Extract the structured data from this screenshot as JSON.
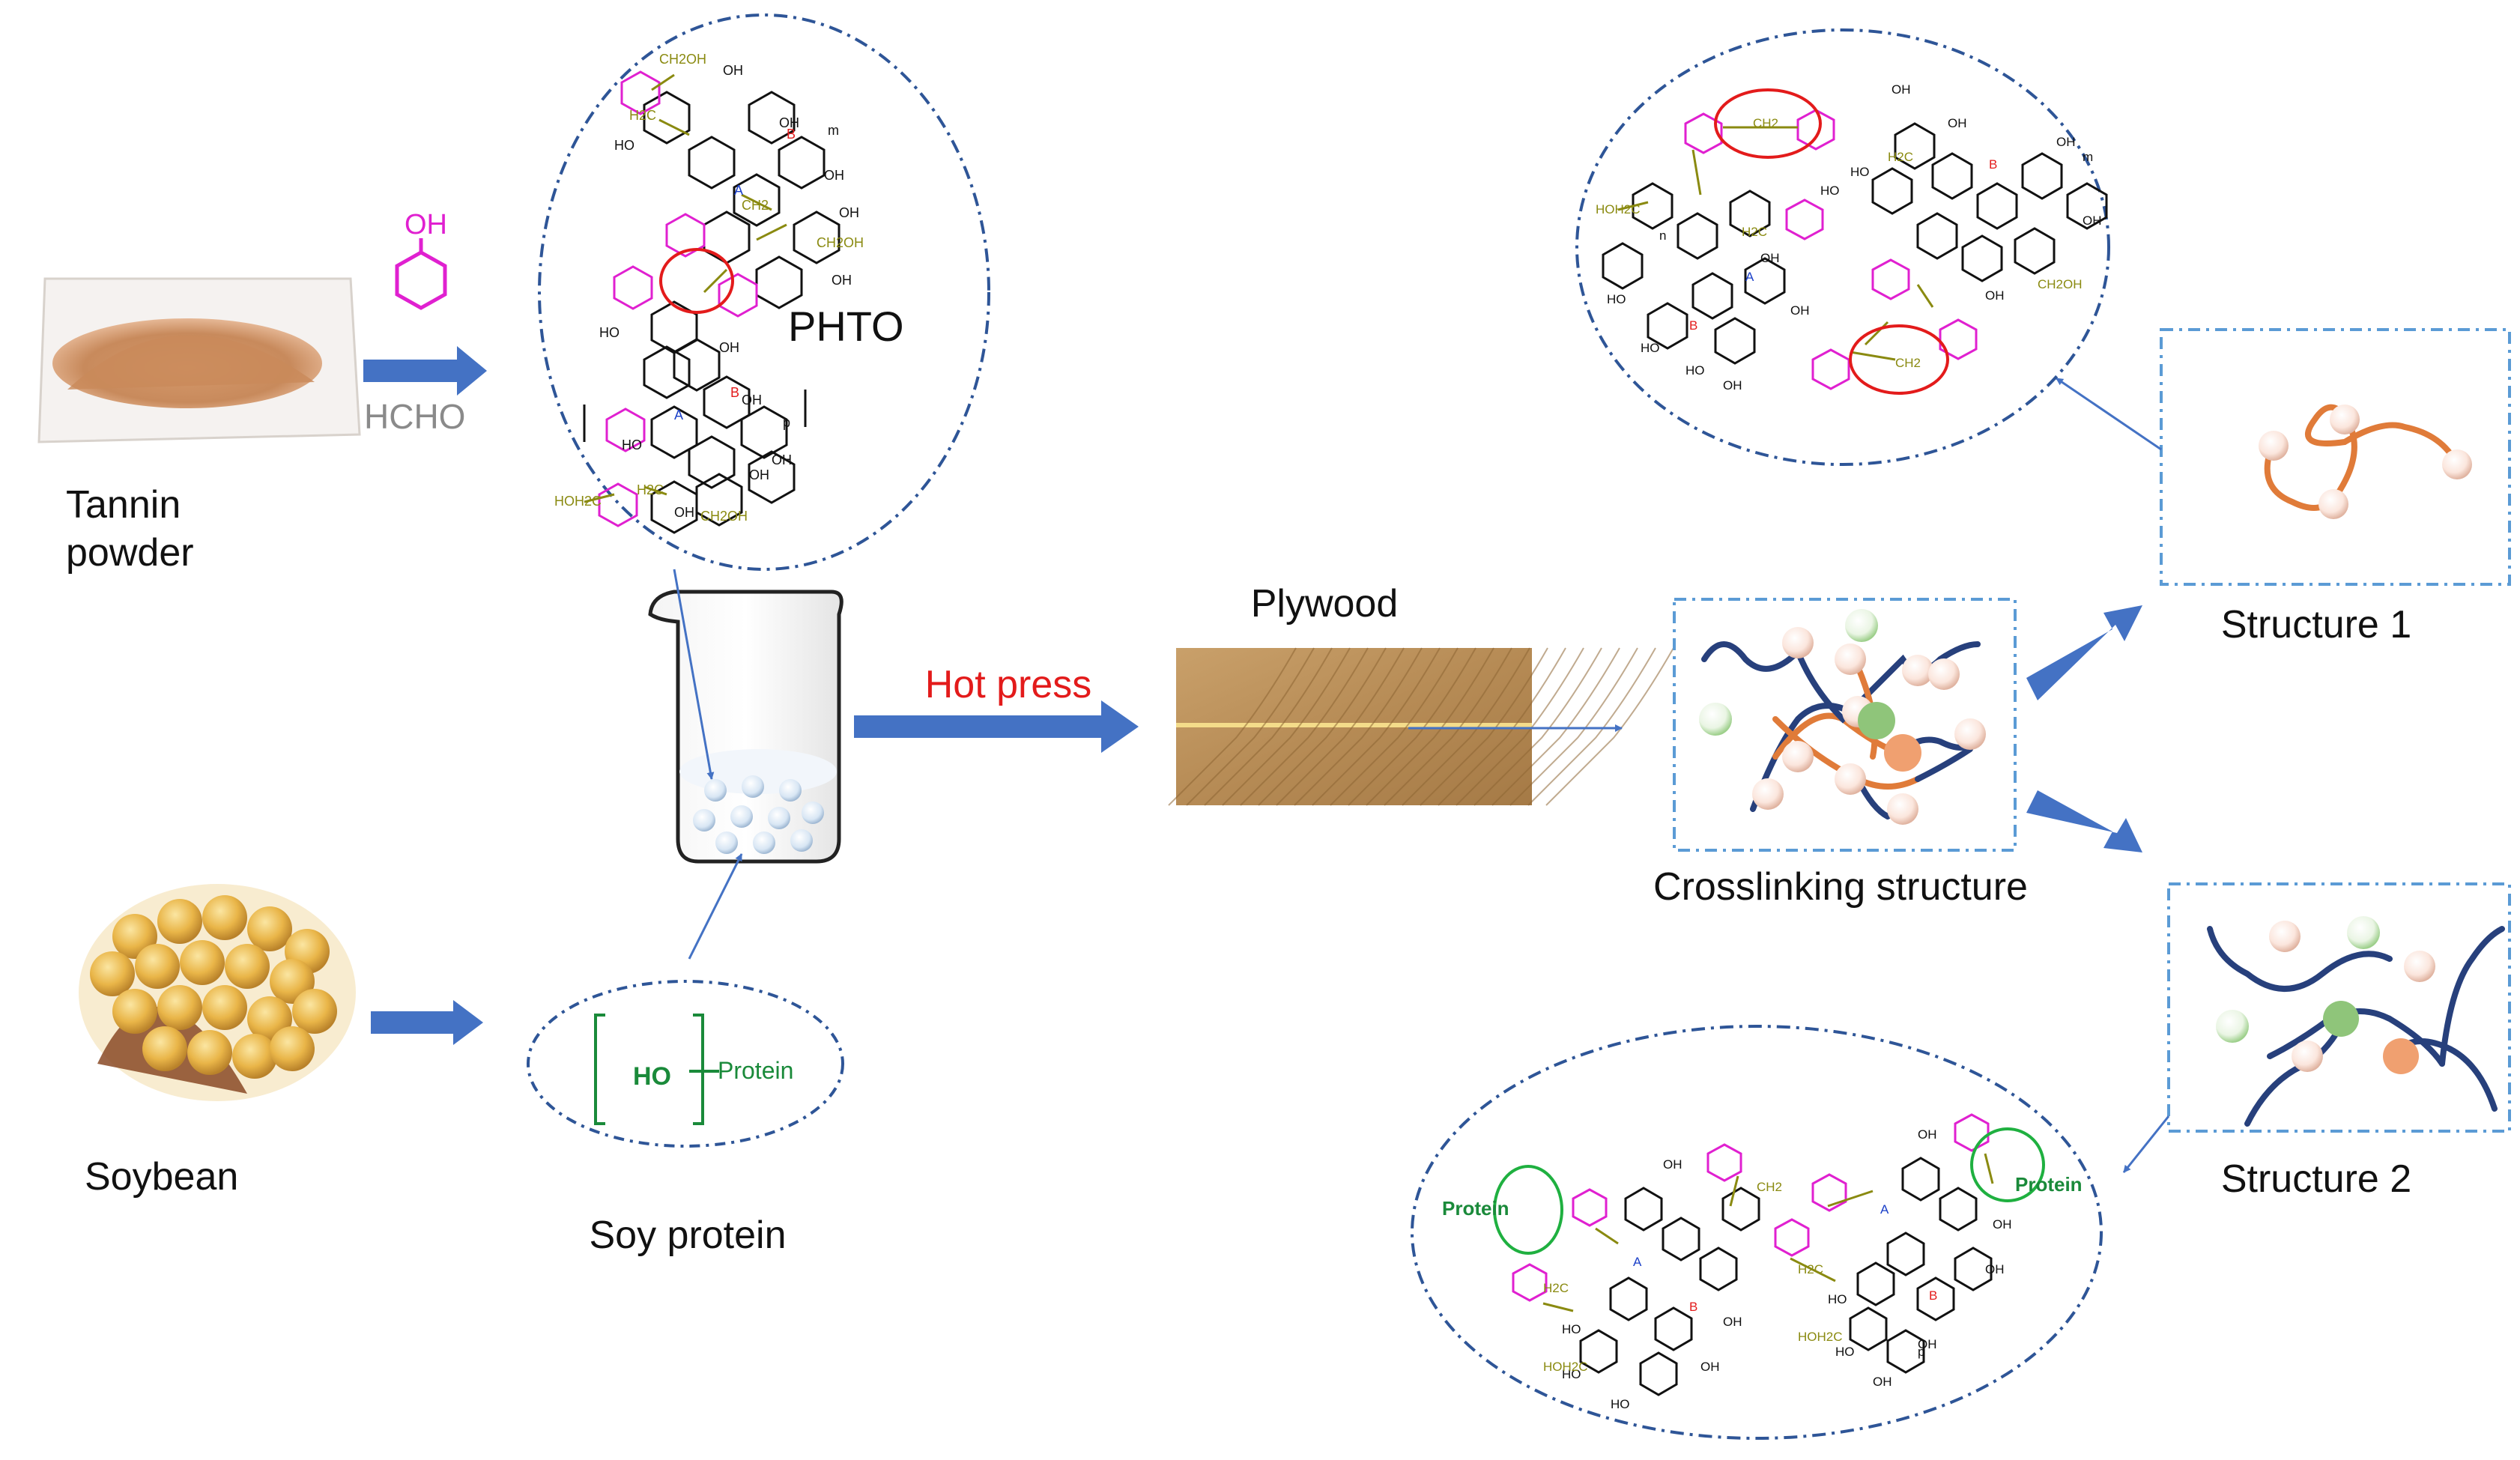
{
  "labels": {
    "tannin": [
      "Tannin",
      "powder"
    ],
    "soybean": "Soybean",
    "phto": "PHTO",
    "phenol_oh": "OH",
    "hcho": "HCHO",
    "soy_protein": "Soy protein",
    "ho": "HO",
    "protein": "Protein",
    "hot_press": "Hot press",
    "plywood": "Plywood",
    "crosslinking": "Crosslinking structure",
    "structure1": "Structure 1",
    "structure2": "Structure 2"
  },
  "chem": {
    "groups": [
      "OH",
      "HO",
      "CH2OH",
      "HOH2C",
      "H2C",
      "CH2",
      "A",
      "B",
      "n",
      "p",
      "m",
      "Protein"
    ]
  },
  "colors": {
    "arrow": "#4472c4",
    "dash": "#2e5597",
    "box_dash": "#5b9bd5",
    "chain_blue": "#27407c",
    "chain_orange": "#e07b39",
    "node_green": "#8fc57a",
    "node_orange": "#f0a070",
    "magenta": "#e020d0",
    "olive": "#8a8a10",
    "red_text": "#e31b1b",
    "protein_green": "#1a8a3a",
    "tan": "#c98a5a",
    "soy": "#e8b84a"
  }
}
